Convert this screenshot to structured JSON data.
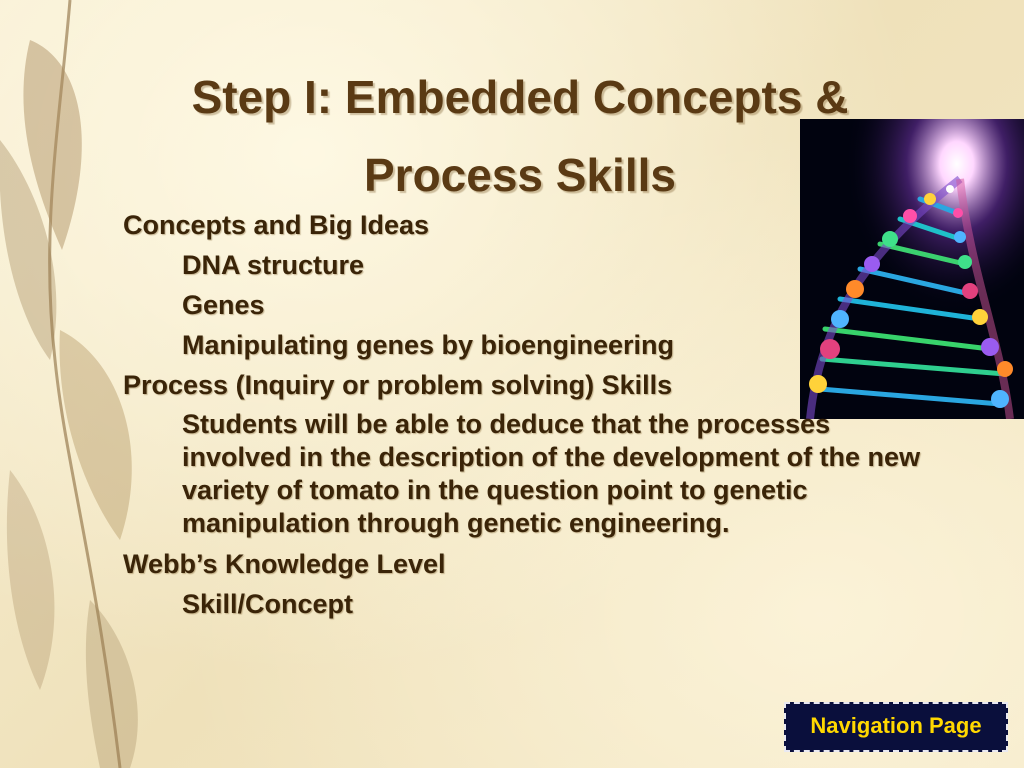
{
  "slide": {
    "title": "Step I: Embedded Concepts & Process Skills",
    "sections": {
      "concepts_heading": "Concepts and Big Ideas",
      "concepts_items": [
        "DNA structure",
        "Genes",
        "Manipulating genes by bioengineering"
      ],
      "process_heading": "Process (Inquiry or problem solving) Skills",
      "process_text": "Students will be able to deduce that the processes  involved in the description of the development of the new variety of tomato in the question point to genetic manipulation through genetic engineering.",
      "webb_heading": "Webb’s Knowledge Level",
      "webb_item": "Skill/Concept"
    },
    "navigation": {
      "label": "Navigation Page"
    },
    "icons": {
      "leaves": "decorative-leaf-icon",
      "dna": "dna-helix-image"
    }
  }
}
